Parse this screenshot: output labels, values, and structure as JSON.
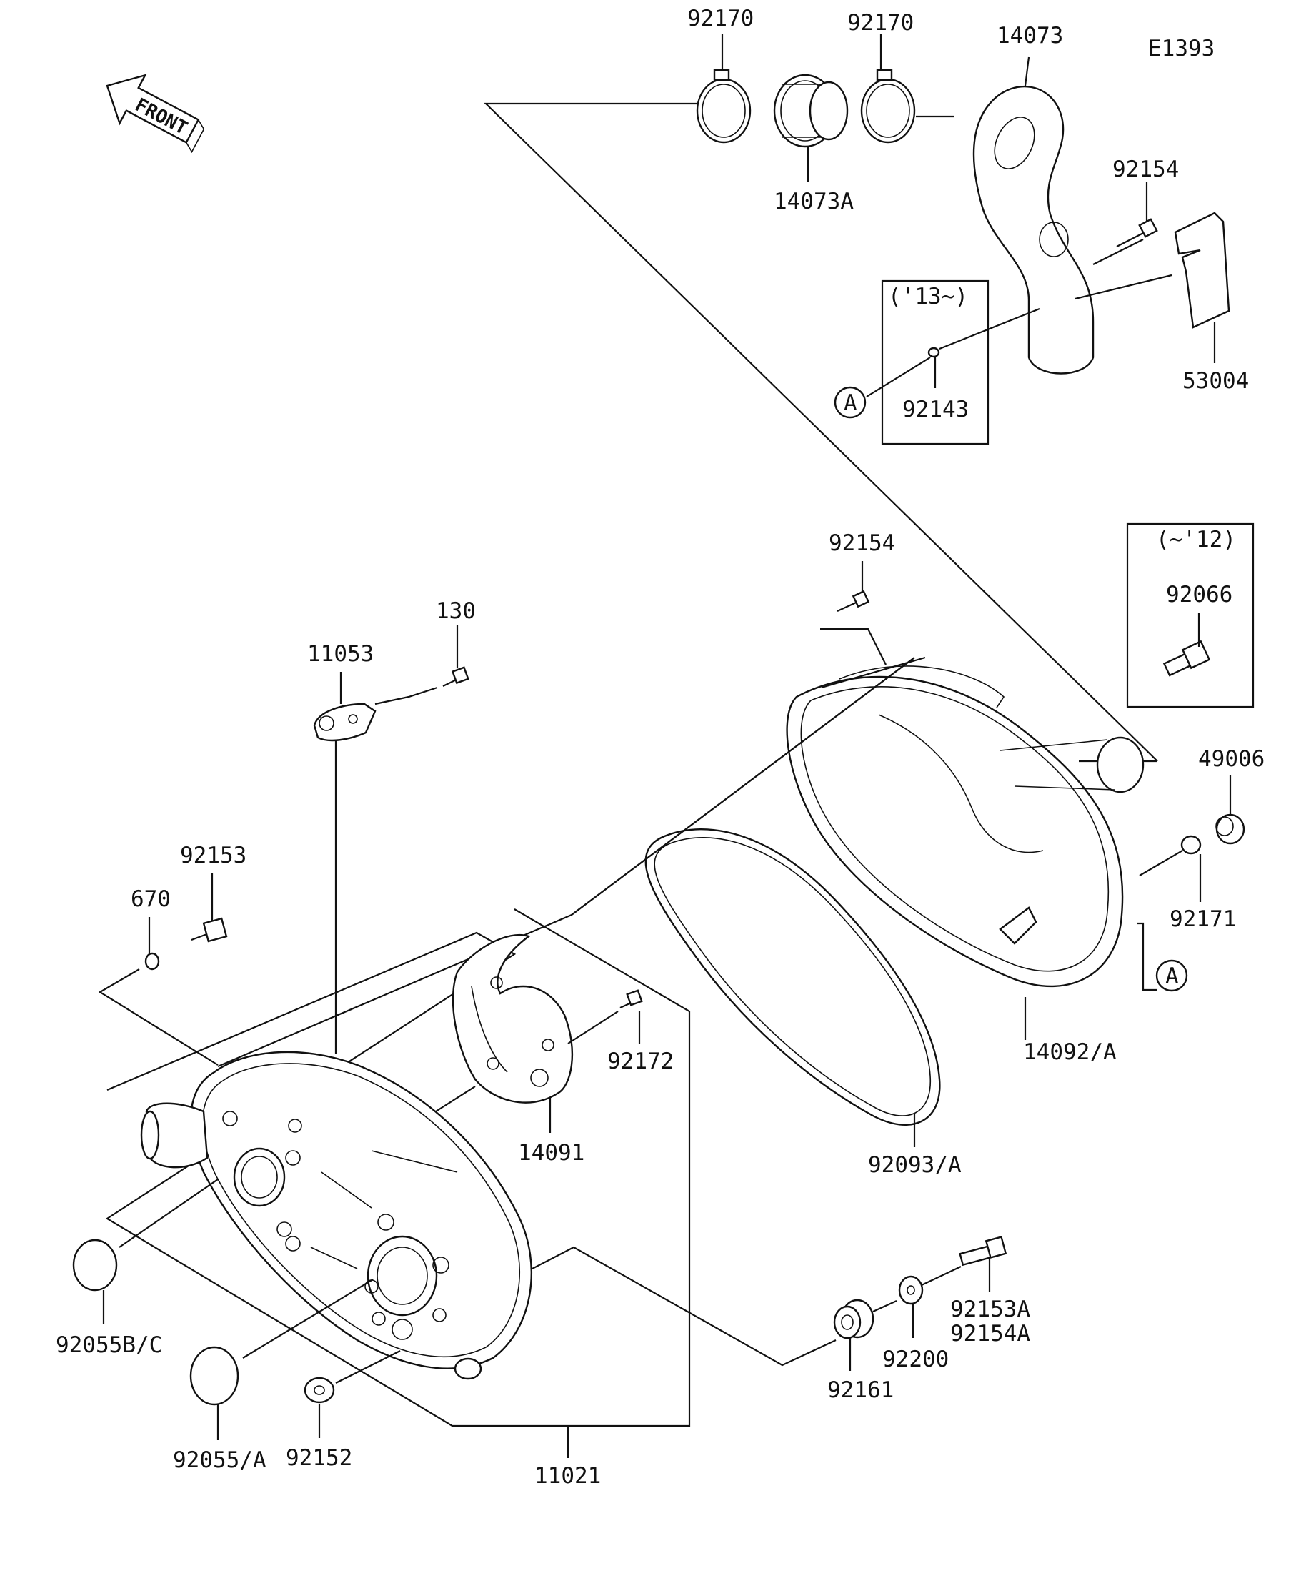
{
  "diagram_code": "E1393",
  "front_label": "FRONT",
  "callout_ref": "A",
  "variant_boxes": {
    "late_models": "('13~)",
    "early_models": "(~'12)"
  },
  "part_labels": {
    "p92170_left": "92170",
    "p92170_right": "92170",
    "p14073": "14073",
    "p14073A": "14073A",
    "p92154_top": "92154",
    "p92143": "92143",
    "p53004": "53004",
    "p92154_mid": "92154",
    "p92066": "92066",
    "p130": "130",
    "p11053": "11053",
    "p49006": "49006",
    "p92153": "92153",
    "p670": "670",
    "p92171": "92171",
    "p92172": "92172",
    "p14092A": "14092/A",
    "p14091": "14091",
    "p92093A": "92093/A",
    "p92153A": "92153A",
    "p92154A": "92154A",
    "p92200": "92200",
    "p92161": "92161",
    "p92055BC": "92055B/C",
    "p92055A": "92055/A",
    "p92152": "92152",
    "p11021": "11021"
  }
}
